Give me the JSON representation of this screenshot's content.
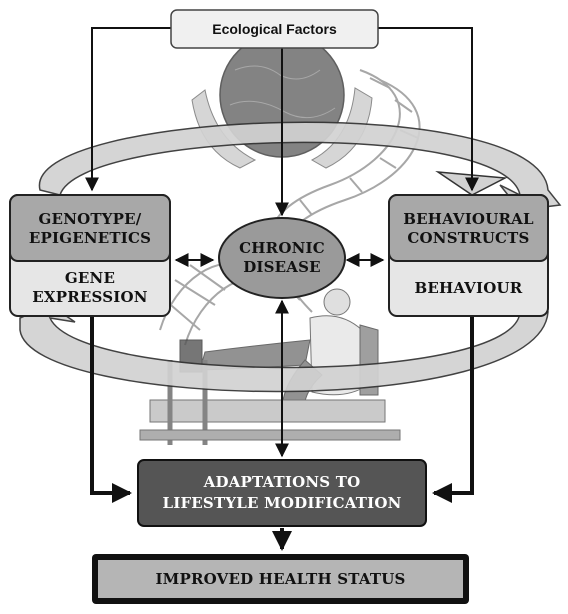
{
  "ecological_factors": "Ecological Factors",
  "genotype": {
    "line1": "GENOTYPE/",
    "line2": "EPIGENETICS"
  },
  "gene_expression": {
    "line1": "GENE",
    "line2": "EXPRESSION"
  },
  "chronic_disease": {
    "line1": "CHRONIC",
    "line2": "DISEASE"
  },
  "behavioural_constructs": {
    "line1": "BEHAVIOURAL",
    "line2": "CONSTRUCTS"
  },
  "behaviour": "BEHAVIOUR",
  "adaptations": {
    "line1": "ADAPTATIONS TO",
    "line2": "LIFESTYLE MODIFICATION"
  },
  "improved_health": "IMPROVED HEALTH STATUS",
  "colors": {
    "header_fill": "#f0f0f0",
    "dark_box": "#a8a8a8",
    "light_box": "#e6e6e6",
    "disease_fill": "#9a9a9a",
    "adaptations_fill": "#555555",
    "health_fill": "#b5b5b5",
    "ring": "#d2d2d2",
    "stroke": "#111111"
  }
}
